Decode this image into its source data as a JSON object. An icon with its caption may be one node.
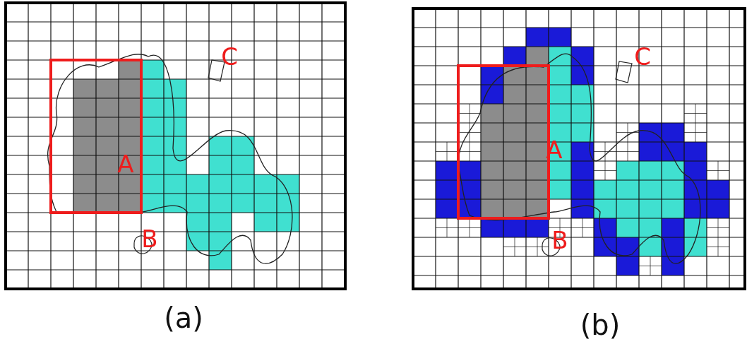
{
  "diagram": {
    "labels": [
      "C",
      "A",
      "B",
      "(a)",
      "C",
      "A",
      "B",
      "(b)"
    ]
  }
}
